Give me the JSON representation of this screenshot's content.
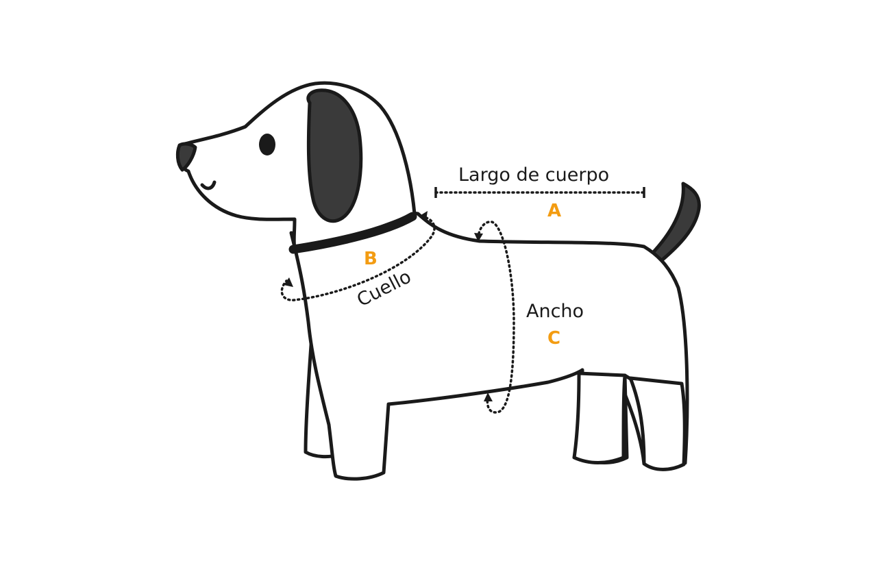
{
  "measurements": {
    "body_length": {
      "label": "Largo de cuerpo",
      "letter": "A"
    },
    "neck": {
      "label": "Cuello",
      "letter": "B"
    },
    "width": {
      "label": "Ancho",
      "letter": "C"
    }
  },
  "colors": {
    "letter_accent": "#f39c12",
    "outline": "#1a1a1a",
    "dark_fill": "#3a3a3a",
    "background": "#ffffff"
  },
  "icons": {
    "figure": "dog-illustration"
  }
}
